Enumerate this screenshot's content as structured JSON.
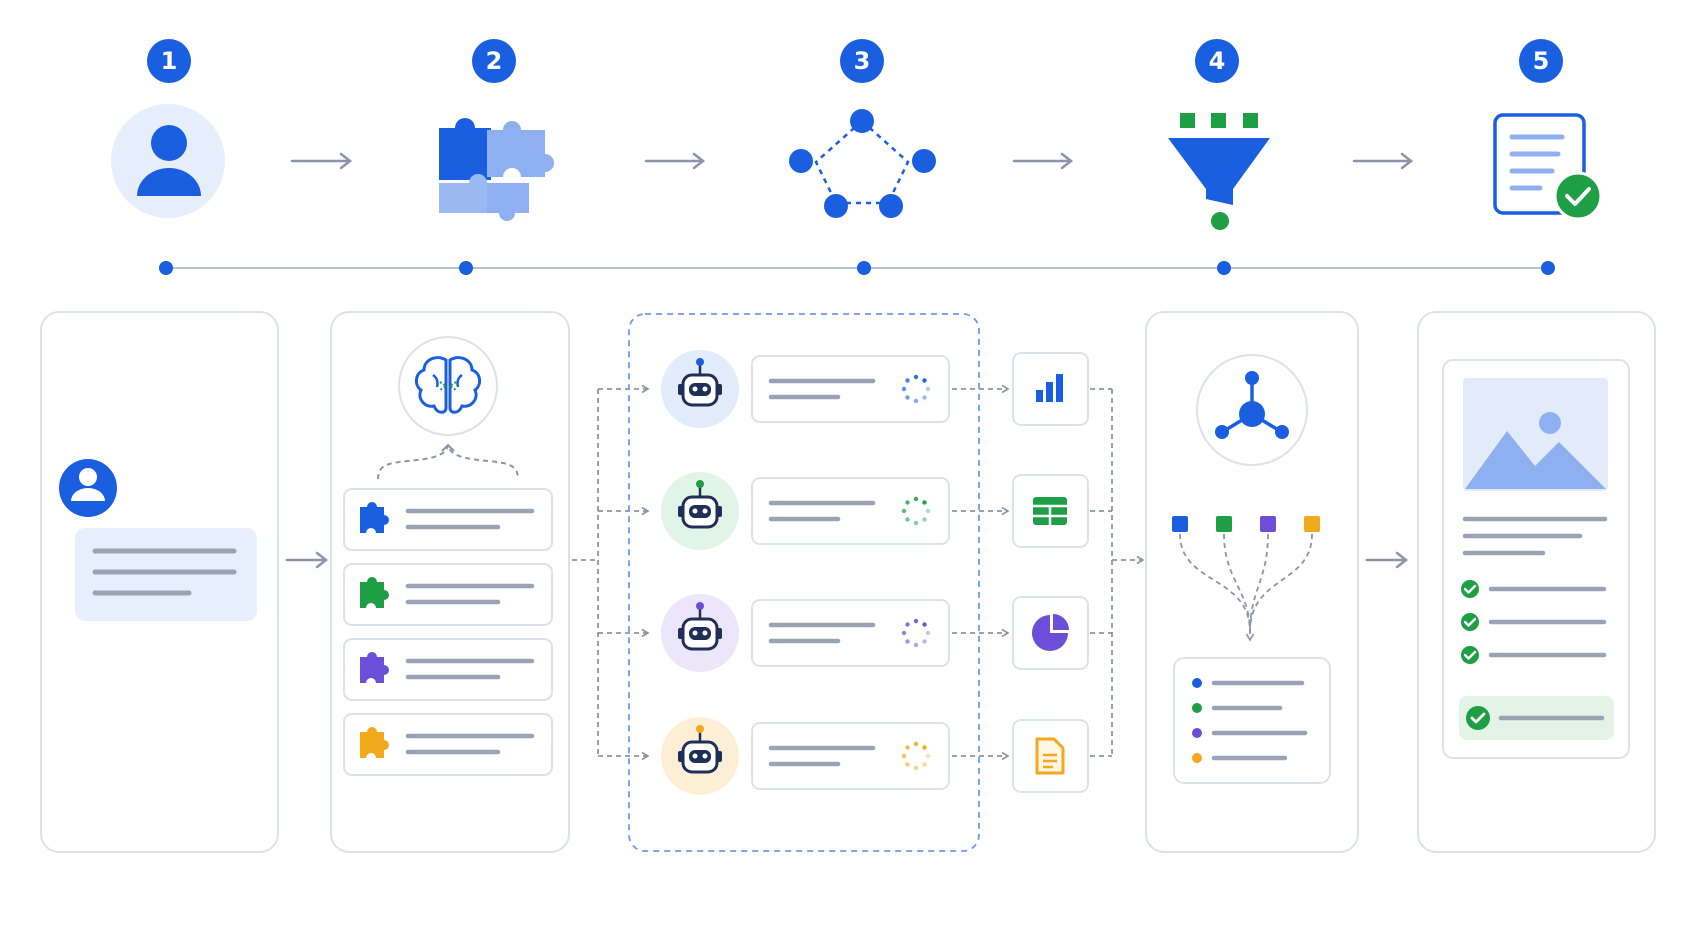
{
  "steps": [
    {
      "number": "1",
      "icon": "user-avatar-icon"
    },
    {
      "number": "2",
      "icon": "puzzle-pieces-icon"
    },
    {
      "number": "3",
      "icon": "network-graph-icon"
    },
    {
      "number": "4",
      "icon": "funnel-filter-icon"
    },
    {
      "number": "5",
      "icon": "approved-document-icon"
    }
  ],
  "agents": [
    {
      "color": "#1a5fe0",
      "halo": "#e3ecfb",
      "output_icon": "bar-chart-icon"
    },
    {
      "color": "#1e9e45",
      "halo": "#e2f3e7",
      "output_icon": "spreadsheet-icon"
    },
    {
      "color": "#6b4fd8",
      "halo": "#ece6fb",
      "output_icon": "pie-chart-icon"
    },
    {
      "color": "#f2a91c",
      "halo": "#fcefd6",
      "output_icon": "document-icon"
    }
  ],
  "subtask_colors": [
    "#1a5fe0",
    "#1e9e45",
    "#6b4fd8",
    "#f2a91c"
  ],
  "palette": {
    "primary": "#1a5fe0",
    "light_blue": "#8fb0f0",
    "success": "#1e9e45",
    "line_gray": "#9aa3b5",
    "card_border": "#dde1e8"
  }
}
